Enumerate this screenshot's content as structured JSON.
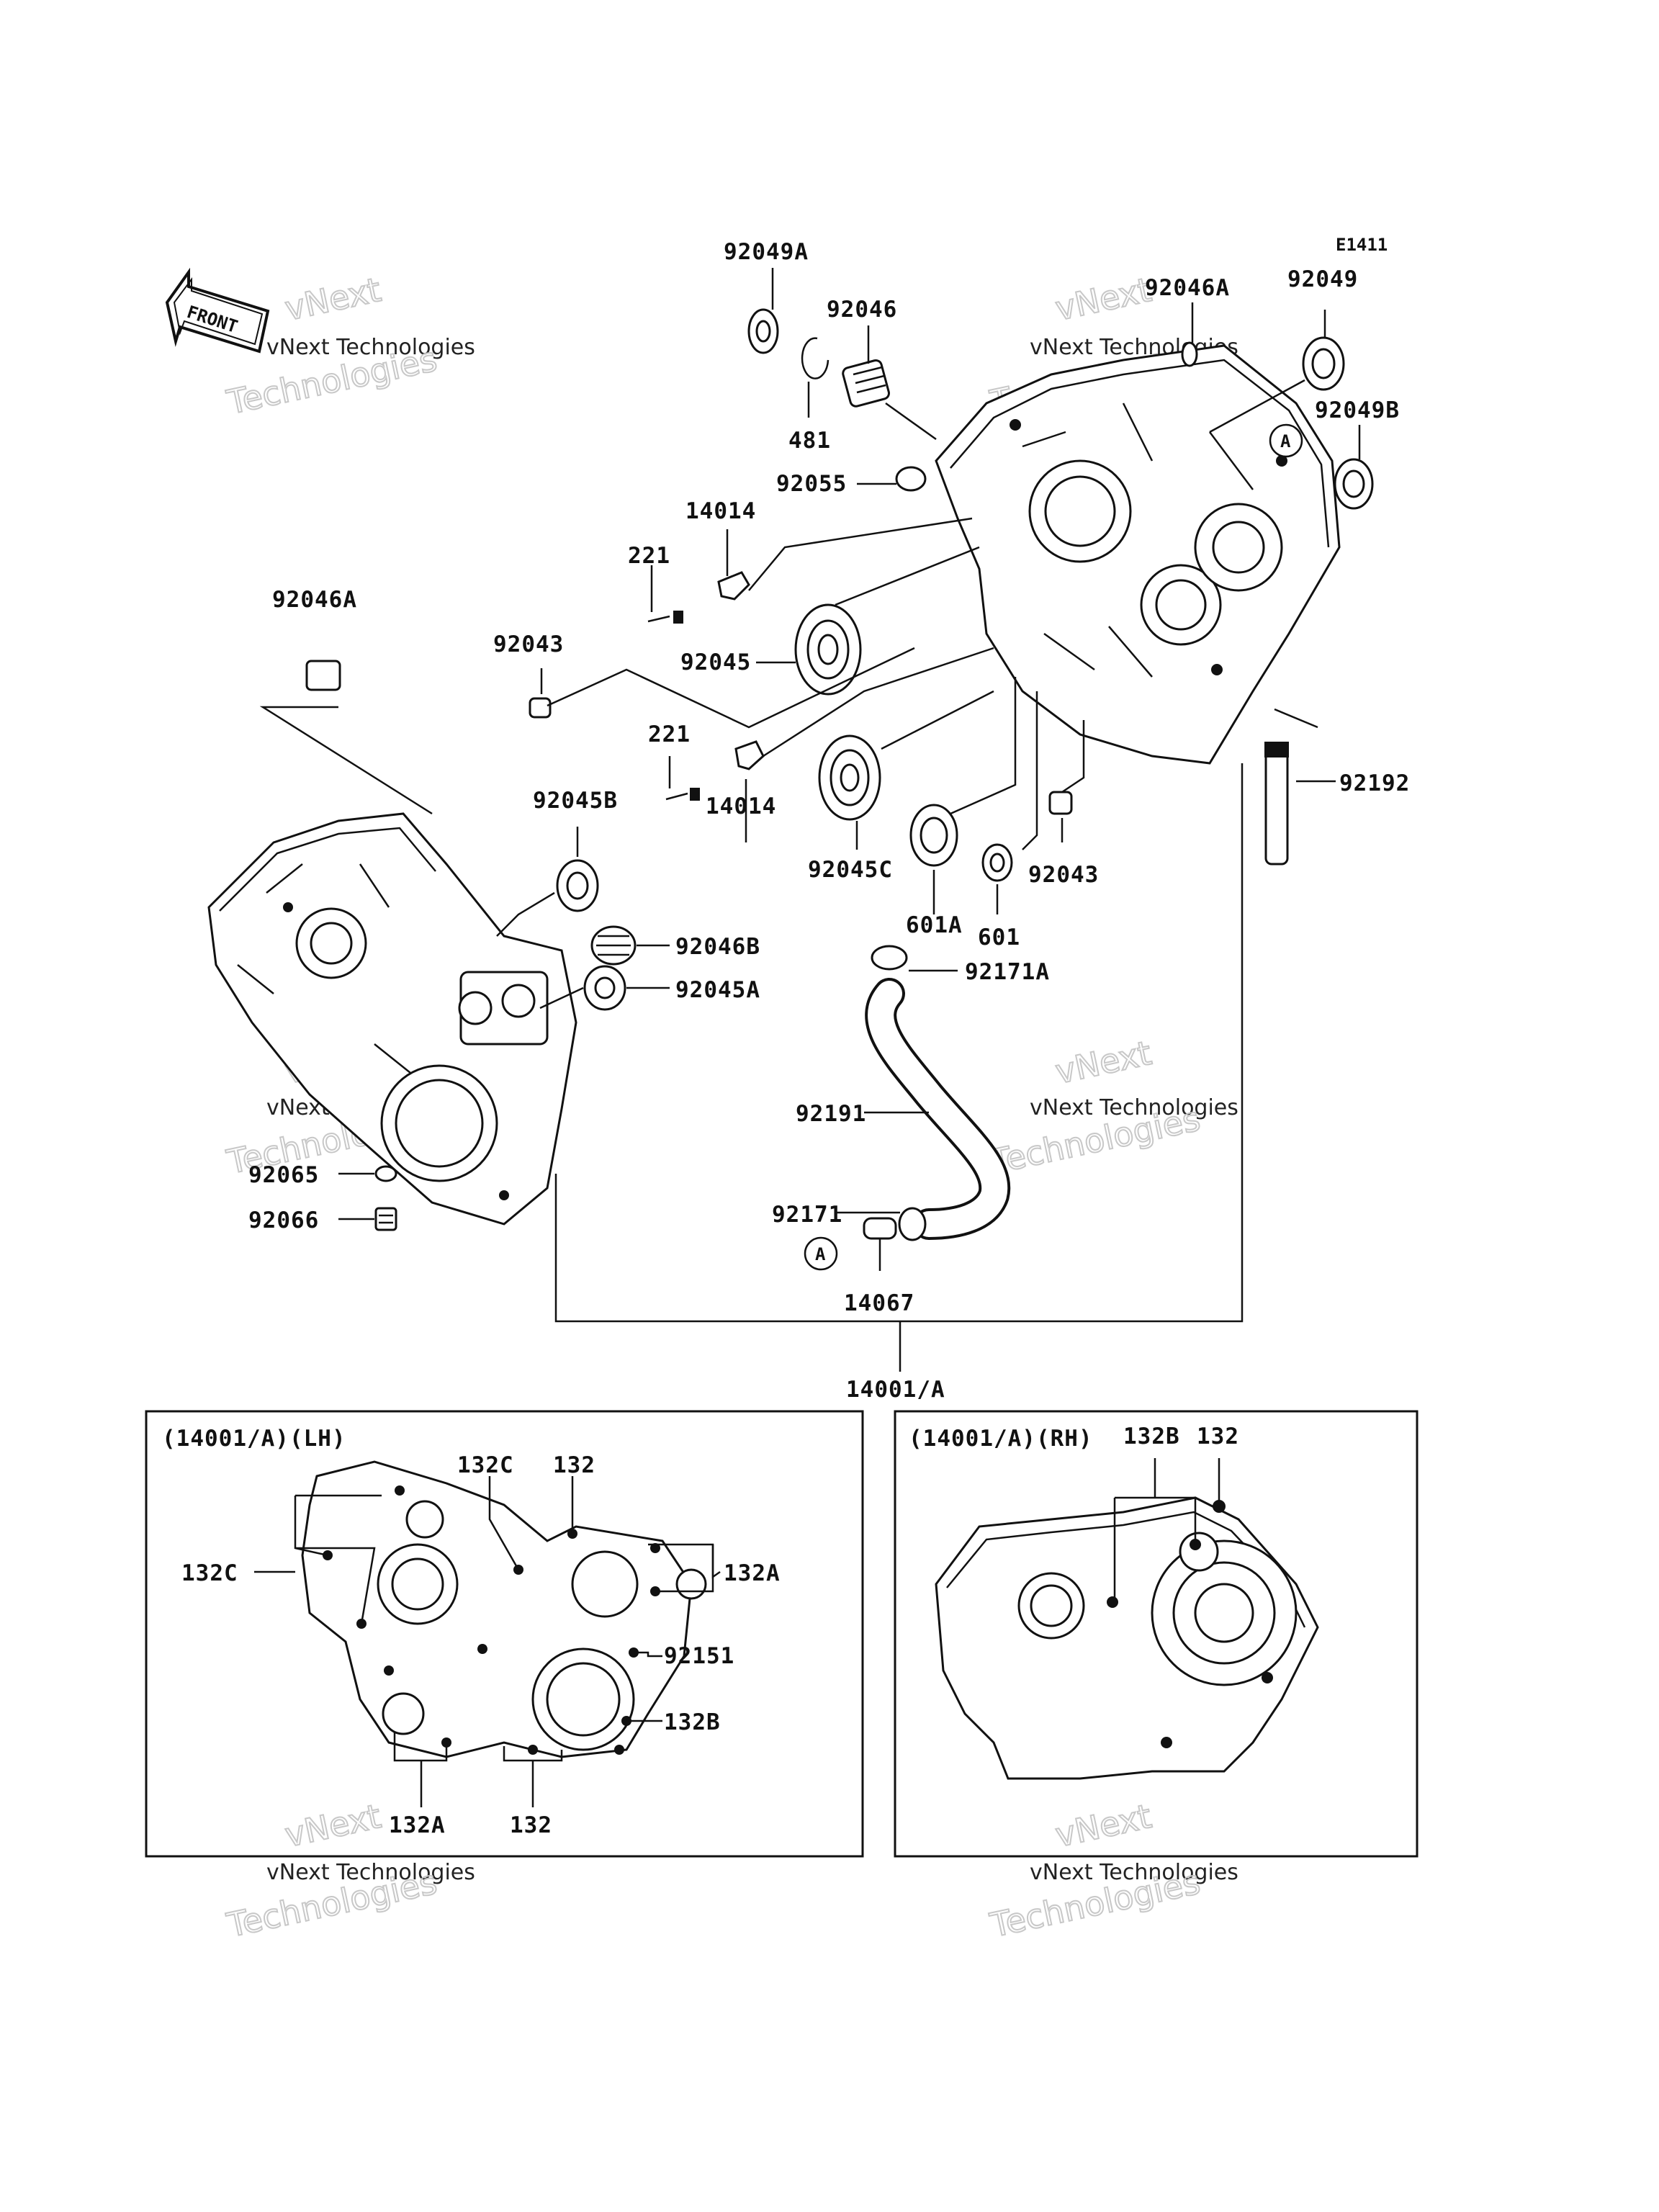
{
  "diagram_code": "E1411",
  "front_label": "FRONT",
  "watermark_line": "vNext Technologies",
  "watermark_outline_1": "vNext",
  "watermark_outline_2": "Technologies",
  "callouts": {
    "p92049A": "92049A",
    "p92046": "92046",
    "p92046A_top": "92046A",
    "p92049": "92049",
    "p481": "481",
    "p92055": "92055",
    "p92049B": "92049B",
    "p14014_top": "14014",
    "p221_top": "221",
    "p92045": "92045",
    "p92043_left": "92043",
    "p92046A_left": "92046A",
    "p221_bottom": "221",
    "p14014_bottom": "14014",
    "p92045B": "92045B",
    "p92045C": "92045C",
    "p601A": "601A",
    "p601": "601",
    "p92043_right": "92043",
    "p92192": "92192",
    "p92046B": "92046B",
    "p92045A": "92045A",
    "p92171A": "92171A",
    "p92191": "92191",
    "p92065": "92065",
    "p92066": "92066",
    "p92171": "92171",
    "p14067": "14067",
    "p14001A": "14001/A"
  },
  "ref_marks": {
    "ref_a_top": "A",
    "ref_a_bottom": "A"
  },
  "lh_box": {
    "title": "(14001/A)(LH)",
    "c132C_top": "132C",
    "c132_top": "132",
    "c132C_left": "132C",
    "c132A_right": "132A",
    "c92151": "92151",
    "c132B": "132B",
    "c132A_bottom": "132A",
    "c132_bottom": "132"
  },
  "rh_box": {
    "title": "(14001/A)(RH)",
    "c132B": "132B",
    "c132": "132"
  }
}
